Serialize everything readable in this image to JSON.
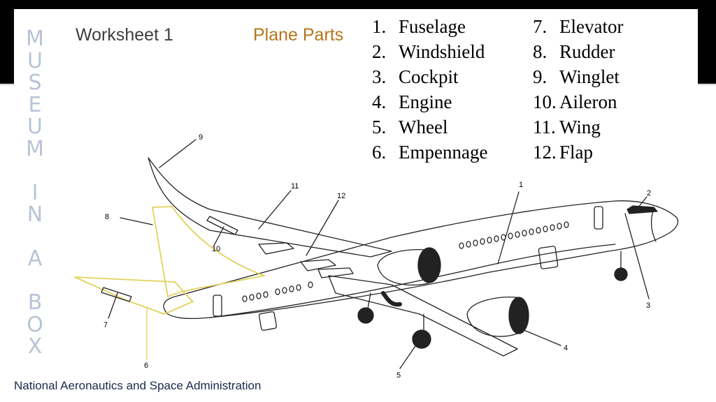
{
  "slide": {
    "vertical_title": "MUSEUM IN A BOX",
    "worksheet_title": "Worksheet 1",
    "topic_title": "Plane Parts",
    "credit": "National Aeronautics and Space Administration"
  },
  "parts_list": {
    "column1": [
      {
        "num": "1.",
        "name": "Fuselage"
      },
      {
        "num": "2.",
        "name": "Windshield"
      },
      {
        "num": "3.",
        "name": "Cockpit"
      },
      {
        "num": "4.",
        "name": "Engine"
      },
      {
        "num": "5.",
        "name": "Wheel"
      },
      {
        "num": "6.",
        "name": "Empennage"
      }
    ],
    "column2": [
      {
        "num": "7.",
        "name": "Elevator"
      },
      {
        "num": "8.",
        "name": "Rudder"
      },
      {
        "num": "9.",
        "name": "Winglet"
      },
      {
        "num": "10.",
        "name": "Aileron"
      },
      {
        "num": "11.",
        "name": "Wing"
      },
      {
        "num": "12.",
        "name": "Flap"
      }
    ]
  },
  "callouts": {
    "n1": "1",
    "n2": "2",
    "n3": "3",
    "n4": "4",
    "n5": "5",
    "n6": "6",
    "n7": "7",
    "n8": "8",
    "n9": "9",
    "n10": "10",
    "n11": "11",
    "n12": "12"
  },
  "colors": {
    "highlight": "#e0d35a",
    "title_accent": "#b5741a",
    "vertical_title": "#b9c3d6"
  }
}
